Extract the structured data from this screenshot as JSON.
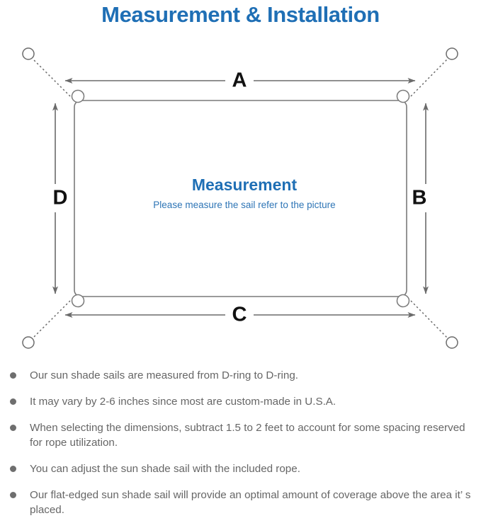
{
  "page": {
    "title": "Measurement & Installation",
    "title_color": "#1f6fb5",
    "background": "#ffffff"
  },
  "diagram": {
    "center_title": "Measurement",
    "center_subtitle": "Please measure the sail refer to the picture",
    "center_title_color": "#1f6fb5",
    "center_subtitle_color": "#2e75b6",
    "line_color": "#6b6b6b",
    "sail_outline_color": "#7a7a7a",
    "dimension_labels": {
      "top": "A",
      "right": "B",
      "bottom": "C",
      "left": "D"
    },
    "anchors": [
      {
        "name": "top-left-anchor-point"
      },
      {
        "name": "top-right-anchor-point"
      },
      {
        "name": "bottom-left-anchor-point"
      },
      {
        "name": "bottom-right-anchor-point"
      }
    ],
    "d_rings": [
      {
        "name": "top-left-d-ring"
      },
      {
        "name": "top-right-d-ring"
      },
      {
        "name": "bottom-left-d-ring"
      },
      {
        "name": "bottom-right-d-ring"
      }
    ]
  },
  "notes": {
    "bullet_color": "#6e6e6e",
    "items": [
      "Our sun shade sails are measured from D-ring to D-ring.",
      "It may vary by 2-6 inches since most are custom-made in U.S.A.",
      "When selecting the dimensions, subtract 1.5 to 2 feet to account for some spacing reserved for rope utilization.",
      "You can adjust the sun shade sail with the included rope.",
      "Our flat-edged sun shade sail will provide an optimal amount of coverage above the area it’ s placed."
    ]
  }
}
